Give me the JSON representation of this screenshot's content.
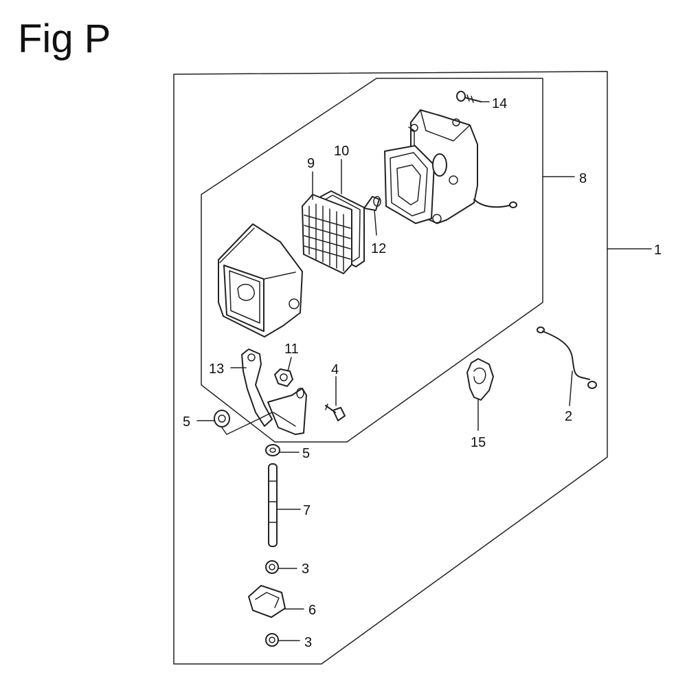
{
  "figure": {
    "title": "Fig P"
  },
  "callouts": [
    {
      "id": "c1",
      "label": "1"
    },
    {
      "id": "c2",
      "label": "2"
    },
    {
      "id": "c3a",
      "label": "3"
    },
    {
      "id": "c3b",
      "label": "3"
    },
    {
      "id": "c4",
      "label": "4"
    },
    {
      "id": "c5a",
      "label": "5"
    },
    {
      "id": "c5b",
      "label": "5"
    },
    {
      "id": "c6",
      "label": "6"
    },
    {
      "id": "c7",
      "label": "7"
    },
    {
      "id": "c8",
      "label": "8"
    },
    {
      "id": "c9",
      "label": "9"
    },
    {
      "id": "c10",
      "label": "10"
    },
    {
      "id": "c11",
      "label": "11"
    },
    {
      "id": "c12",
      "label": "12"
    },
    {
      "id": "c13",
      "label": "13"
    },
    {
      "id": "c14",
      "label": "14"
    },
    {
      "id": "c15",
      "label": "15"
    }
  ]
}
